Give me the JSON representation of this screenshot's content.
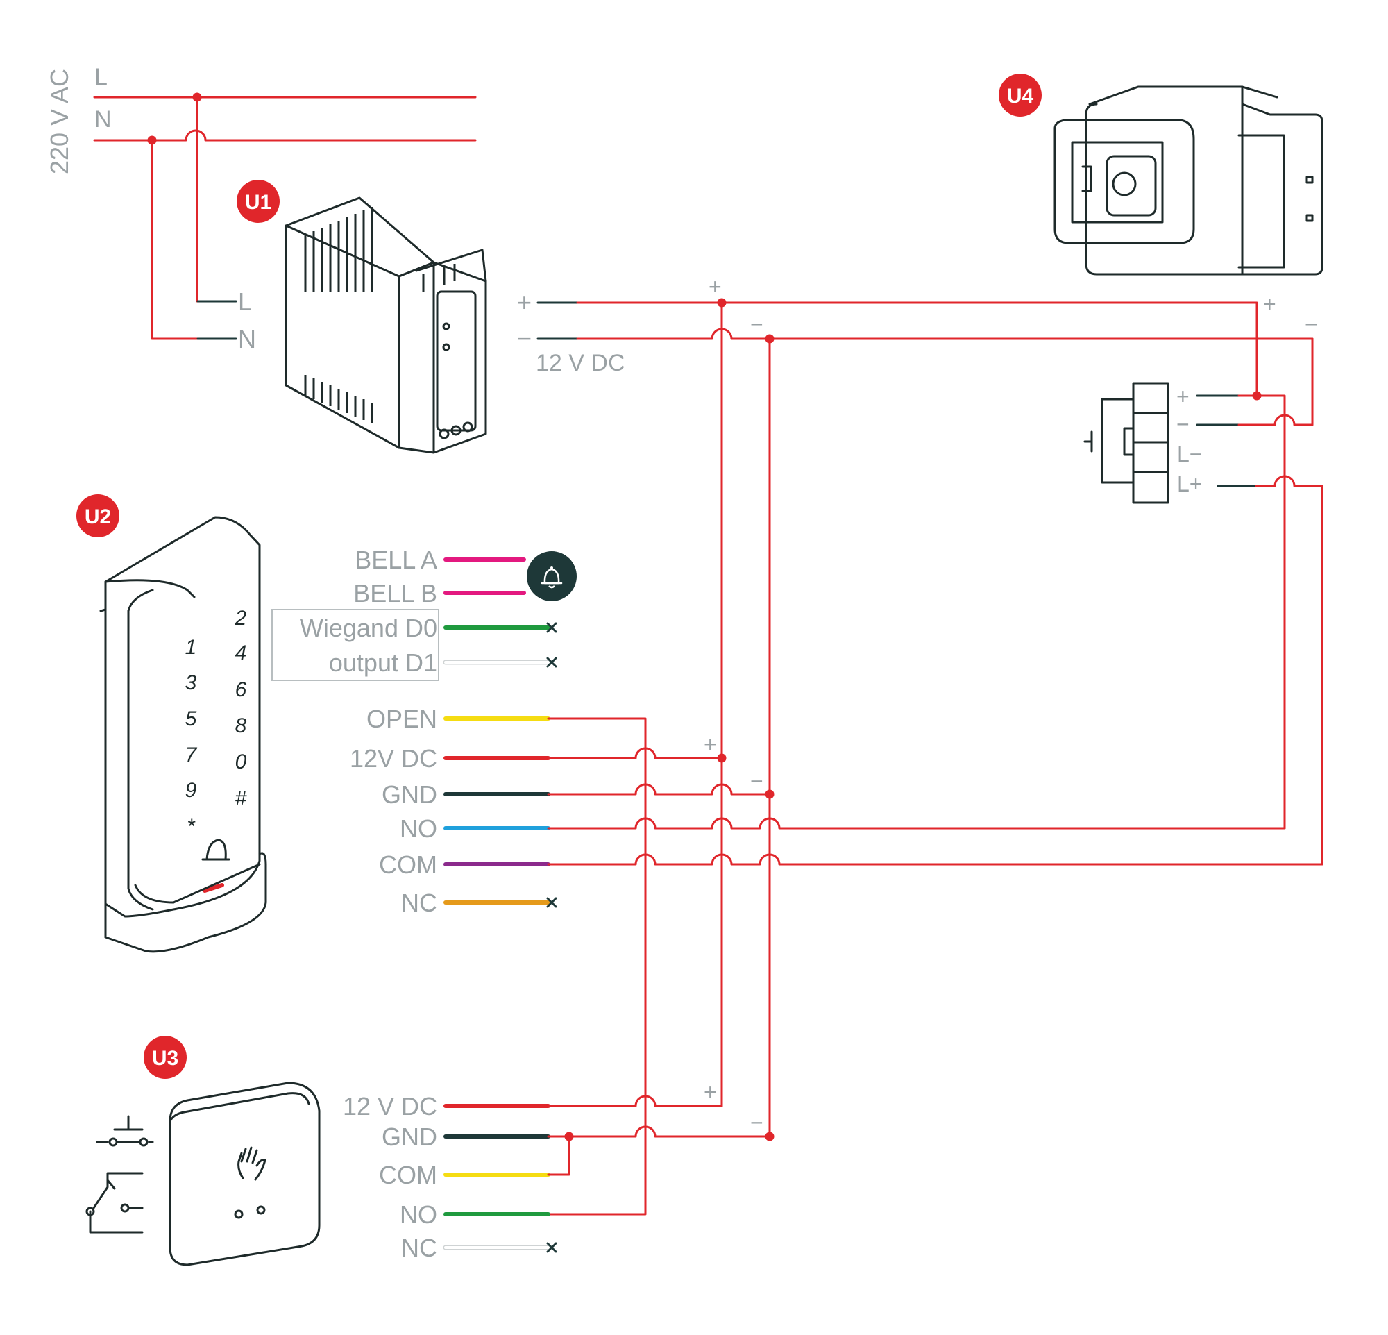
{
  "colors": {
    "red": "#e0262b",
    "magenta": "#e3197f",
    "green": "#1f9a3e",
    "dark": "#1e3838",
    "yellow": "#f5dc12",
    "blue": "#1fa0dc",
    "purple": "#8b2a8c",
    "orange": "#e59a1b",
    "white_wire": "#dddddd",
    "label_gray": "#9aa1a4"
  },
  "mains": {
    "voltage_label": "220 V AC",
    "line_label": "L",
    "neutral_label": "N"
  },
  "u1": {
    "badge": "U1",
    "input_l": "L",
    "input_n": "N",
    "out_plus": "+",
    "out_minus": "−",
    "out_label": "12  V DC"
  },
  "u2": {
    "badge": "U2",
    "keys": [
      "1",
      "2",
      "3",
      "4",
      "5",
      "6",
      "7",
      "8",
      "9",
      "0",
      "*",
      "#"
    ],
    "wires": [
      {
        "label": "BELL A",
        "color_key": "magenta"
      },
      {
        "label": "BELL B",
        "color_key": "magenta"
      },
      {
        "label": "Wiegand D0",
        "color_key": "green"
      },
      {
        "label": "output D1",
        "color_key": "white_wire"
      },
      {
        "label": "OPEN",
        "color_key": "yellow"
      },
      {
        "label": "12V DC",
        "color_key": "red"
      },
      {
        "label": "GND",
        "color_key": "dark"
      },
      {
        "label": "NO",
        "color_key": "blue"
      },
      {
        "label": "COM",
        "color_key": "purple"
      },
      {
        "label": "NC",
        "color_key": "orange"
      }
    ],
    "bell_icon": "bell-icon",
    "not_connected_icon": "x-icon"
  },
  "u3": {
    "badge": "U3",
    "hand_icon": "hand-icon",
    "wires": [
      {
        "label": "12 V DC",
        "color_key": "red"
      },
      {
        "label": "GND",
        "color_key": "dark"
      },
      {
        "label": "COM",
        "color_key": "yellow"
      },
      {
        "label": "NO",
        "color_key": "green"
      },
      {
        "label": "NC",
        "color_key": "white_wire"
      }
    ]
  },
  "u4": {
    "badge": "U4",
    "supply_plus": "+",
    "supply_minus": "−",
    "term_plus": "+",
    "term_minus": "−",
    "term_l_minus": "L−",
    "term_l_plus": "L+"
  },
  "polarity": {
    "plus": "+",
    "minus": "−"
  }
}
